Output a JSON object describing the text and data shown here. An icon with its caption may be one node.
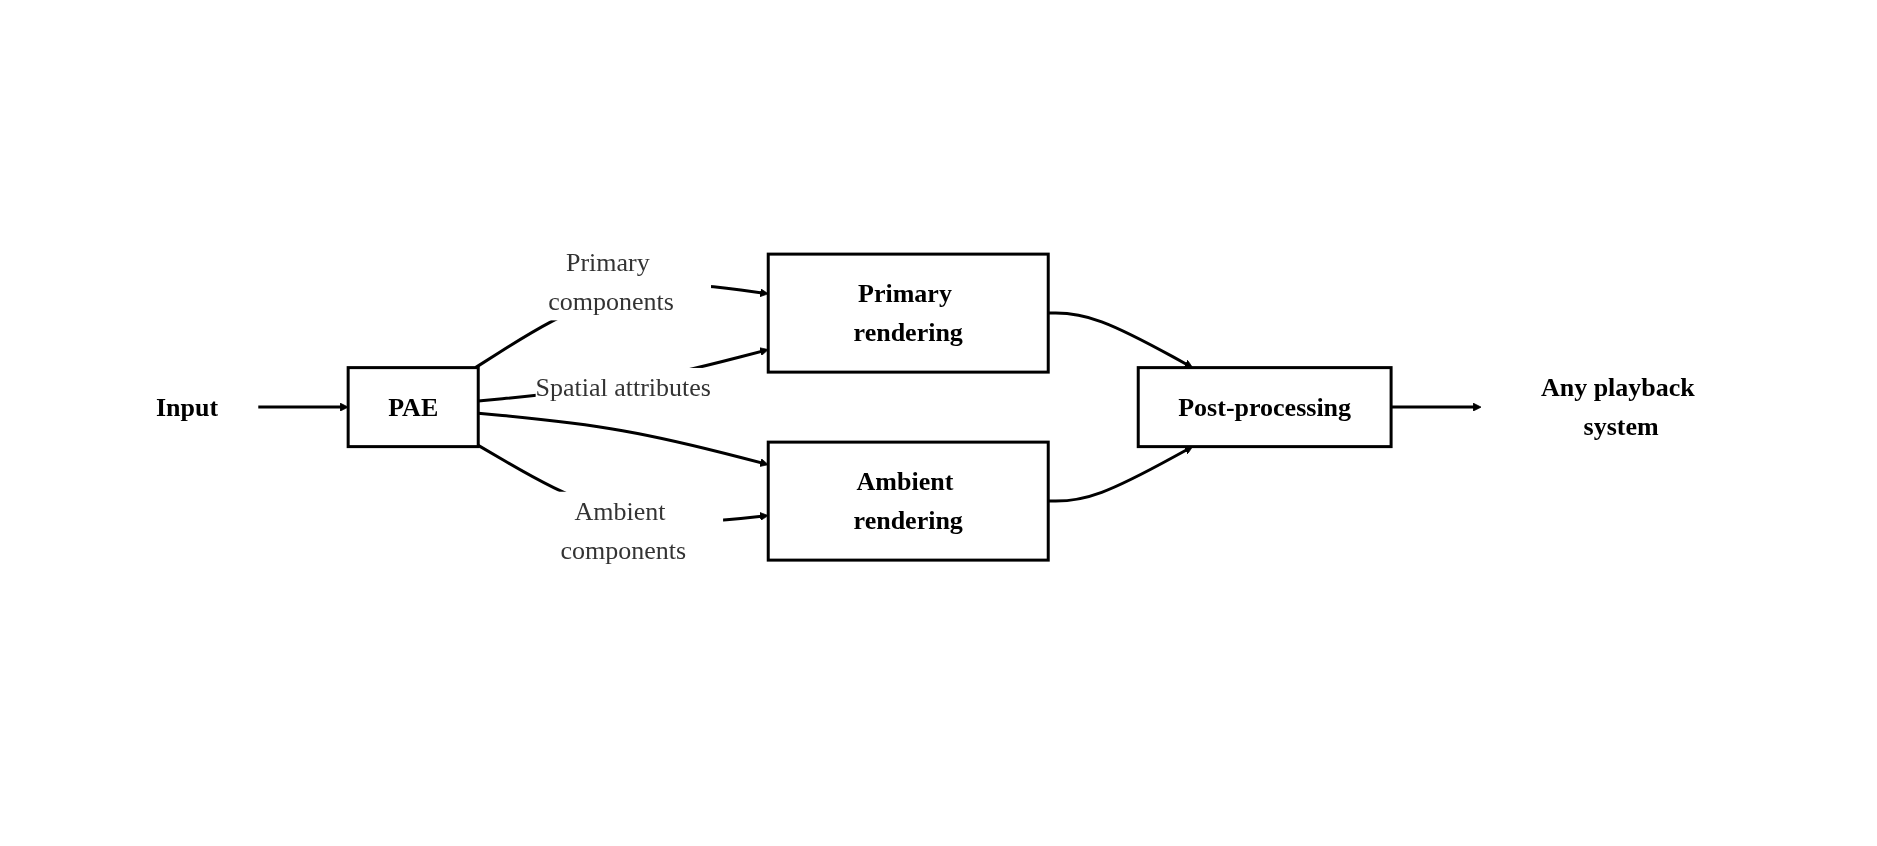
{
  "diagram": {
    "nodes": [
      {
        "text": [
          "Input"
        ]
      },
      {
        "text": [
          "PAE"
        ]
      },
      {
        "text": [
          "Primary rendering"
        ]
      },
      {
        "text": [
          "Ambient rendering"
        ]
      },
      {
        "text": [
          "Post-processing"
        ]
      },
      {
        "text": [
          "Any playback system"
        ]
      }
    ],
    "edges": [
      {
        "from": 0,
        "to": 1,
        "arrow": "to"
      },
      {
        "from": 1,
        "to": 2,
        "arrow": "to",
        "label": "Primary components"
      },
      {
        "from": 1,
        "to": 2,
        "arrow": "to",
        "label": "Spatial attributes"
      },
      {
        "from": 1,
        "to": 3,
        "arrow": "to"
      },
      {
        "from": 1,
        "to": 3,
        "arrow": "to",
        "label": "Ambient components"
      },
      {
        "from": 2,
        "to": 4,
        "arrow": "to"
      },
      {
        "from": 3,
        "to": 4,
        "arrow": "to"
      },
      {
        "from": 4,
        "to": 5,
        "arrow": "to"
      }
    ]
  }
}
